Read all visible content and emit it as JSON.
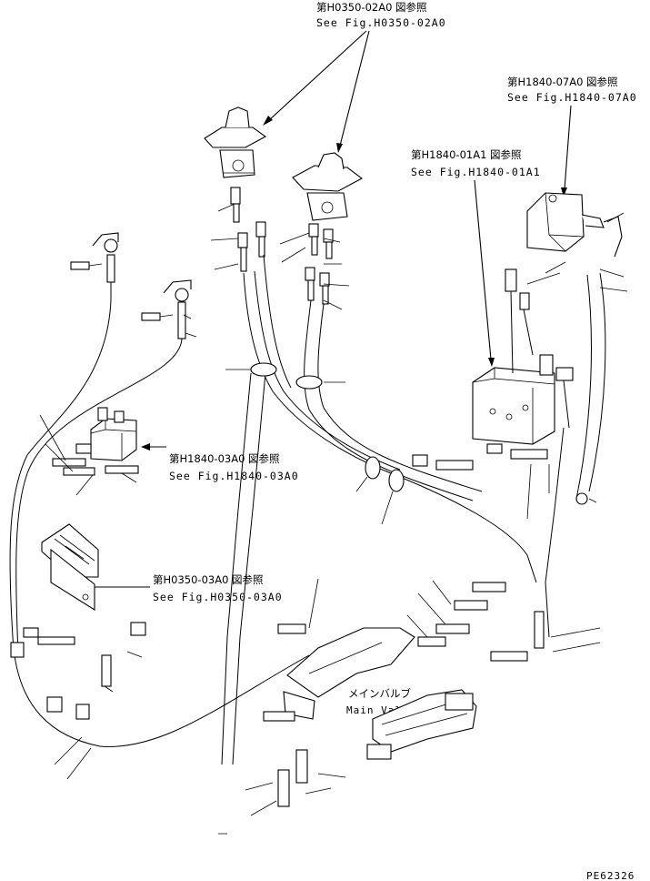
{
  "references": [
    {
      "jp": "第H0350-02A0 図参照",
      "en": "See Fig.H0350-02A0"
    },
    {
      "jp": "第H1840-07A0 図参照",
      "en": "See Fig.H1840-07A0"
    },
    {
      "jp": "第H1840-01A1 図参照",
      "en": "See Fig.H1840-01A1"
    },
    {
      "jp": "第H1840-03A0 図参照",
      "en": "See Fig.H1840-03A0"
    },
    {
      "jp": "第H0350-03A0 図参照",
      "en": "See Fig.H0350-03A0"
    }
  ],
  "main_valve": {
    "jp": "メインバルブ",
    "en": "Main Valve"
  },
  "drawing_number": "PE62326"
}
